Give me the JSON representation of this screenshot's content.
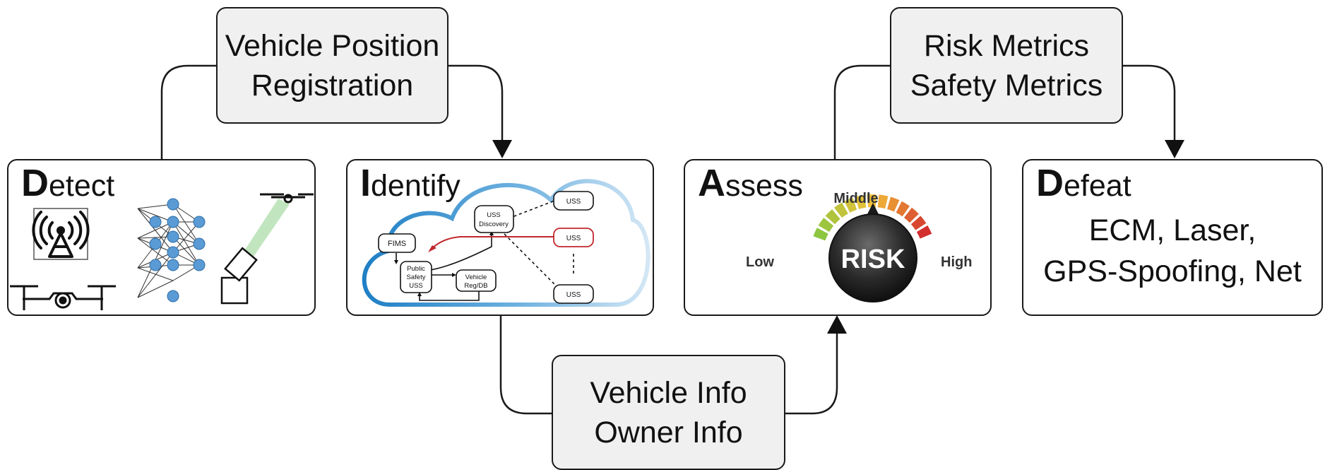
{
  "top_labels": {
    "left": {
      "line1": "Vehicle Position",
      "line2": "Registration"
    },
    "right": {
      "line1": "Risk Metrics",
      "line2": "Safety Metrics"
    }
  },
  "bottom_label": {
    "line1": "Vehicle Info",
    "line2": "Owner Info"
  },
  "stages": {
    "detect": {
      "cap": "D",
      "rest": "etect"
    },
    "identify": {
      "cap": "I",
      "rest": "dentify",
      "nodes": {
        "fims": "FIMS",
        "uss_discovery_1": "USS",
        "uss_discovery_2": "Discovery",
        "public_safety_1": "Public",
        "public_safety_2": "Safety",
        "public_safety_3": "USS",
        "vehicle_reg_1": "Vehicle",
        "vehicle_reg_2": "Reg/DB",
        "uss_a": "USS",
        "uss_b": "USS",
        "uss_c": "USS"
      }
    },
    "assess": {
      "cap": "A",
      "rest": "ssess",
      "gauge": {
        "low": "Low",
        "middle": "Middle",
        "high": "High",
        "knob": "RISK"
      }
    },
    "defeat": {
      "cap": "D",
      "rest": "efeat",
      "line1": "ECM, Laser,",
      "line2": "GPS-Spoofing, Net"
    }
  },
  "colors": {
    "box_border": "#1a1a1a",
    "label_fill": "#f0f0f0",
    "node_blue": "#5b9bd5",
    "cloud_blue": "#2f86c8",
    "red_path": "#c0282d",
    "gauge_green": "#8dc63f",
    "gauge_yellow": "#f2c037",
    "gauge_red": "#d32f2f"
  }
}
